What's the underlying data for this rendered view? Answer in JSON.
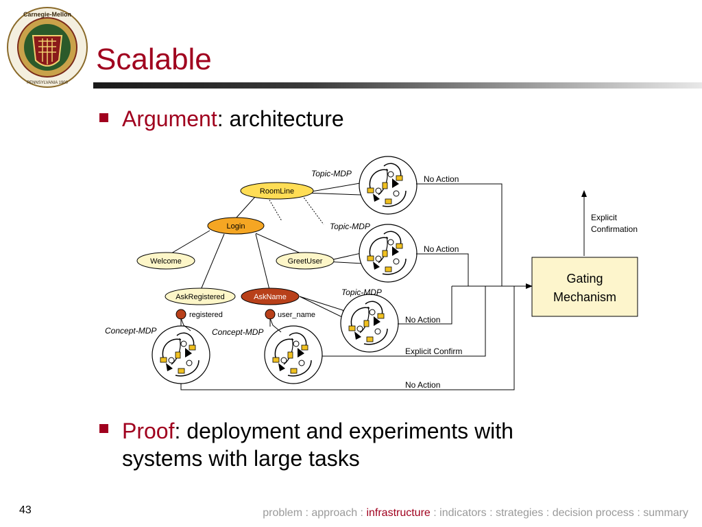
{
  "slide": {
    "title": "Scalable",
    "number": "43",
    "logo_text": "Carnegie Mellon University · PITTSBURGH PENNSYLVANIA 1900"
  },
  "bullets": [
    {
      "keyword": "Argument",
      "rest": ": architecture"
    },
    {
      "keyword": "Proof",
      "rest_line1": ": deployment and experiments with",
      "rest_line2": "systems with large tasks"
    }
  ],
  "diagram": {
    "nodes": {
      "roomline": "RoomLine",
      "login": "Login",
      "welcome": "Welcome",
      "greetuser": "GreetUser",
      "askregistered": "AskRegistered",
      "askname": "AskName"
    },
    "concepts": {
      "registered": "registered",
      "user_name": "user_name"
    },
    "mdp_labels": {
      "topic_1": "Topic-MDP",
      "topic_2": "Topic-MDP",
      "topic_3": "Topic-MDP",
      "concept_1": "Concept-MDP",
      "concept_2": "Concept-MDP"
    },
    "edge_labels": {
      "no_action_1": "No Action",
      "no_action_2": "No Action",
      "no_action_3": "No Action",
      "explicit_confirm": "Explicit Confirm",
      "no_action_4": "No Action",
      "explicit_confirmation_line1": "Explicit",
      "explicit_confirmation_line2": "Confirmation"
    },
    "gating": {
      "line1": "Gating",
      "line2": "Mechanism"
    },
    "colors": {
      "pale_yellow": "#fdf6c8",
      "yellow": "#ffdd55",
      "orange": "#f5a623",
      "dark_red": "#b8401a",
      "gating_fill": "#fdf5cc"
    }
  },
  "footer": {
    "items": [
      "problem",
      "approach",
      "infrastructure",
      "indicators",
      "strategies",
      "decision process",
      "summary"
    ],
    "separator": " : ",
    "current": "infrastructure"
  }
}
